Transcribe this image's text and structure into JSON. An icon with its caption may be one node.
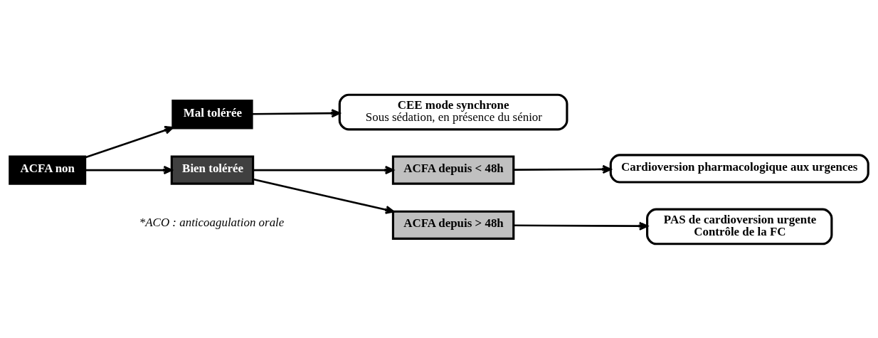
{
  "diagram": {
    "nodes": [
      {
        "text": [
          "Mal tolérée"
        ]
      },
      {
        "text": [
          "CEE mode synchrone",
          "Sous sédation, en présence du sénior"
        ]
      },
      {
        "text": [
          "ACFA non"
        ]
      },
      {
        "text": [
          "Bien tolérée"
        ]
      },
      {
        "text": [
          "ACFA depuis < 48h"
        ]
      },
      {
        "text": [
          "Cardioversion pharmacologique aux urgences"
        ]
      },
      {
        "text": [
          "ACFA depuis > 48h"
        ]
      },
      {
        "text": [
          "PAS de cardioversion urgente",
          "Contrôle de la FC"
        ]
      }
    ],
    "edges": [
      {
        "from": 2,
        "to": 0,
        "arrow": "to"
      },
      {
        "from": 0,
        "to": 1,
        "arrow": "to"
      },
      {
        "from": 2,
        "to": 3,
        "arrow": "to"
      },
      {
        "from": 3,
        "to": 4,
        "arrow": "to"
      },
      {
        "from": 4,
        "to": 5,
        "arrow": "to"
      },
      {
        "from": 3,
        "to": 6,
        "arrow": "to"
      },
      {
        "from": 6,
        "to": 7,
        "arrow": "to"
      }
    ],
    "labels": [
      "*ACO : anticoagulation orale"
    ]
  }
}
